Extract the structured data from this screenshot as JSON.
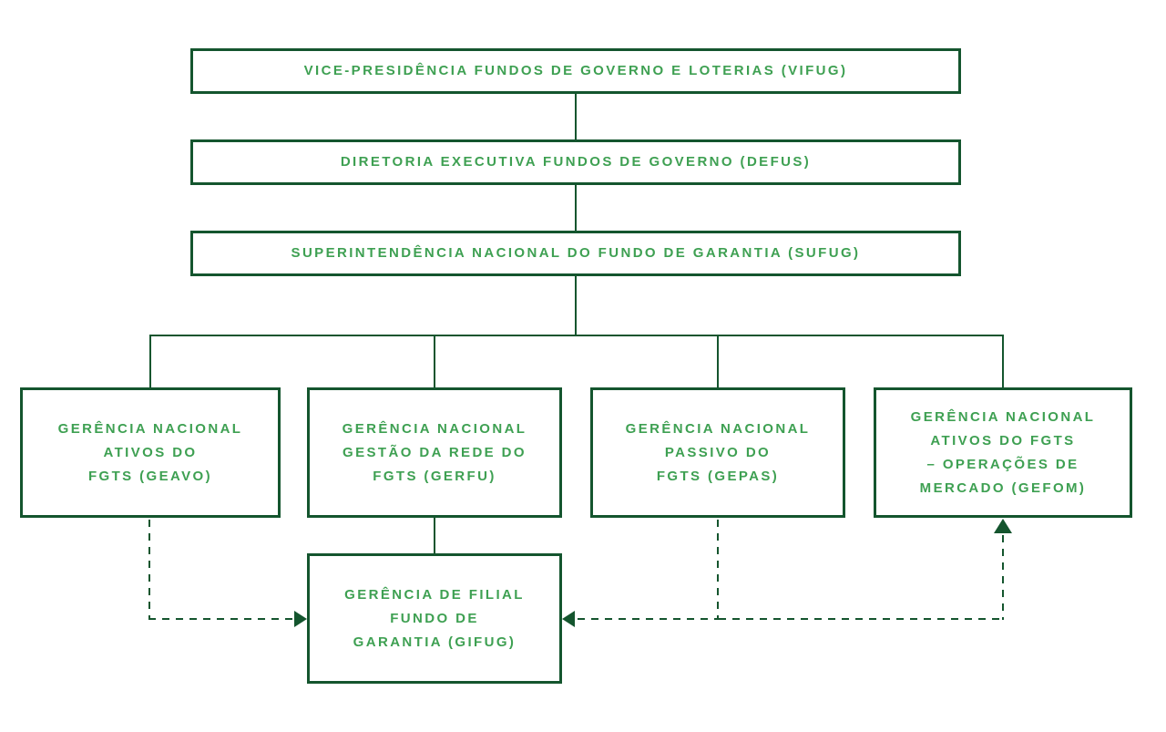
{
  "diagram": {
    "type": "org-chart",
    "colors": {
      "box_border": "#14552e",
      "connector": "#14552e",
      "label_text": "#3ea052",
      "background": "#ffffff"
    },
    "nodes": {
      "vifug": {
        "label": "VICE-PRESIDÊNCIA FUNDOS DE GOVERNO E LOTERIAS (VIFUG)"
      },
      "defus": {
        "label": "DIRETORIA EXECUTIVA FUNDOS DE GOVERNO (DEFUS)"
      },
      "sufug": {
        "label": "SUPERINTENDÊNCIA NACIONAL DO FUNDO DE GARANTIA (SUFUG)"
      },
      "geavo": {
        "lines": [
          "GERÊNCIA NACIONAL",
          "ATIVOS DO",
          "FGTS (GEAVO)"
        ]
      },
      "gerfu": {
        "lines": [
          "GERÊNCIA NACIONAL",
          "GESTÃO DA REDE DO",
          "FGTS (GERFU)"
        ]
      },
      "gepas": {
        "lines": [
          "GERÊNCIA NACIONAL",
          "PASSIVO DO",
          "FGTS (GEPAS)"
        ]
      },
      "gefom": {
        "lines": [
          "GERÊNCIA NACIONAL",
          "ATIVOS DO FGTS",
          "– OPERAÇÕES DE",
          "MERCADO (GEFOM)"
        ]
      },
      "gifug": {
        "lines": [
          "GERÊNCIA DE FILIAL",
          "FUNDO DE",
          "GARANTIA (GIFUG)"
        ]
      }
    },
    "edges": [
      {
        "from": "VIFUG",
        "to": "DEFUS",
        "style": "solid"
      },
      {
        "from": "DEFUS",
        "to": "SUFUG",
        "style": "solid"
      },
      {
        "from": "SUFUG",
        "to": "GEAVO",
        "style": "solid"
      },
      {
        "from": "SUFUG",
        "to": "GERFU",
        "style": "solid"
      },
      {
        "from": "SUFUG",
        "to": "GEPAS",
        "style": "solid"
      },
      {
        "from": "SUFUG",
        "to": "GEFOM",
        "style": "solid"
      },
      {
        "from": "GERFU",
        "to": "GIFUG",
        "style": "solid"
      },
      {
        "from": "GEAVO",
        "to": "GIFUG",
        "style": "dashed-arrow"
      },
      {
        "from": "GEPAS",
        "to": "GIFUG",
        "style": "dashed-arrow"
      },
      {
        "from": "GEPAS",
        "to": "GEFOM",
        "style": "dashed-arrow"
      }
    ]
  }
}
